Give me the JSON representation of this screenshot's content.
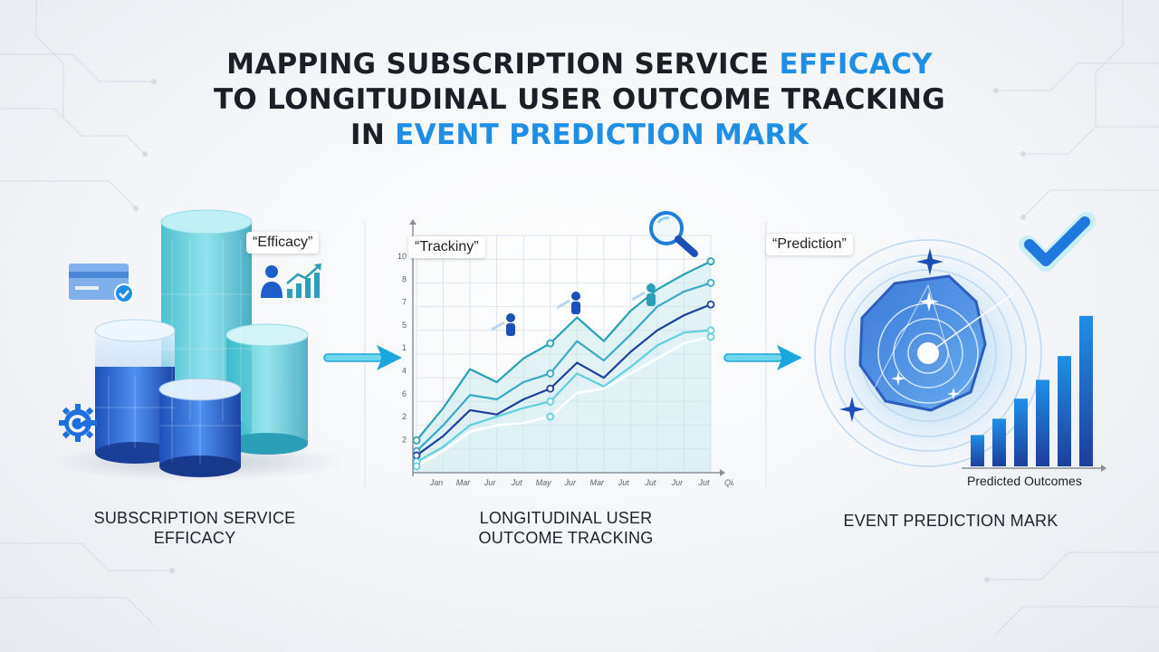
{
  "title": {
    "line1_prefix": "MAPPING SUBSCRIPTION SERVICE ",
    "line1_accent": "EFFICACY",
    "line2": "TO LONGITUDINAL USER OUTCOME TRACKING",
    "line3_prefix": "IN ",
    "line3_accent": "EVENT PREDICTION MARK"
  },
  "panels": {
    "left": {
      "tag": "“Efficacy”",
      "caption_line1": "SUBSCRIPTION SERVICE",
      "caption_line2": "EFFICACY"
    },
    "middle": {
      "tag": "“Trackiny”",
      "caption_line1": "LONGITUDINAL USER",
      "caption_line2": "OUTCOME TRACKING"
    },
    "right": {
      "tag": "“Prediction”",
      "caption": "EVENT PREDICTION MARK",
      "bar_label": "Predicted Outcomes"
    }
  },
  "colors": {
    "accent": "#1f8fe6",
    "dark_blue": "#1c3f9e",
    "teal": "#25a3b5",
    "cyan": "#3fd0e6"
  },
  "chart_data": [
    {
      "type": "line",
      "title": "“Trackiny”",
      "categories": [
        "Jan",
        "Mar",
        "Jur",
        "Jut",
        "May",
        "Jur",
        "Mar",
        "Jut",
        "Jut",
        "Jur",
        "Jut",
        "Qin"
      ],
      "y_ticks": [
        "10",
        "8",
        "7",
        "5",
        "1",
        "4",
        "6",
        "2",
        "2"
      ],
      "series": [
        {
          "color": "#25a3b5",
          "values": [
            1.5,
            3.0,
            4.8,
            4.2,
            5.3,
            6.0,
            7.2,
            6.1,
            7.5,
            8.5,
            9.2,
            9.8
          ]
        },
        {
          "color": "#3aa9c9",
          "values": [
            1.0,
            2.2,
            3.6,
            3.4,
            4.2,
            4.6,
            6.1,
            5.2,
            6.4,
            7.7,
            8.4,
            8.8
          ]
        },
        {
          "color": "#1c3f9e",
          "values": [
            0.8,
            1.7,
            2.9,
            2.7,
            3.4,
            3.9,
            5.1,
            4.4,
            5.6,
            6.6,
            7.3,
            7.8
          ]
        },
        {
          "color": "#5fd0dd",
          "values": [
            0.5,
            1.2,
            2.2,
            2.6,
            3.0,
            3.3,
            4.6,
            4.0,
            4.9,
            5.9,
            6.5,
            6.6
          ]
        },
        {
          "color": "#ffffff",
          "values": [
            0.3,
            1.0,
            1.9,
            2.2,
            2.3,
            2.6,
            3.7,
            3.9,
            4.6,
            5.3,
            6.0,
            6.3
          ]
        }
      ],
      "ylim": [
        0,
        11
      ]
    },
    {
      "type": "bar",
      "xlabel": "Predicted Outcomes",
      "values": [
        2.5,
        3.8,
        5.4,
        6.9,
        8.8,
        12.0
      ],
      "ylim": [
        0,
        13
      ]
    }
  ]
}
